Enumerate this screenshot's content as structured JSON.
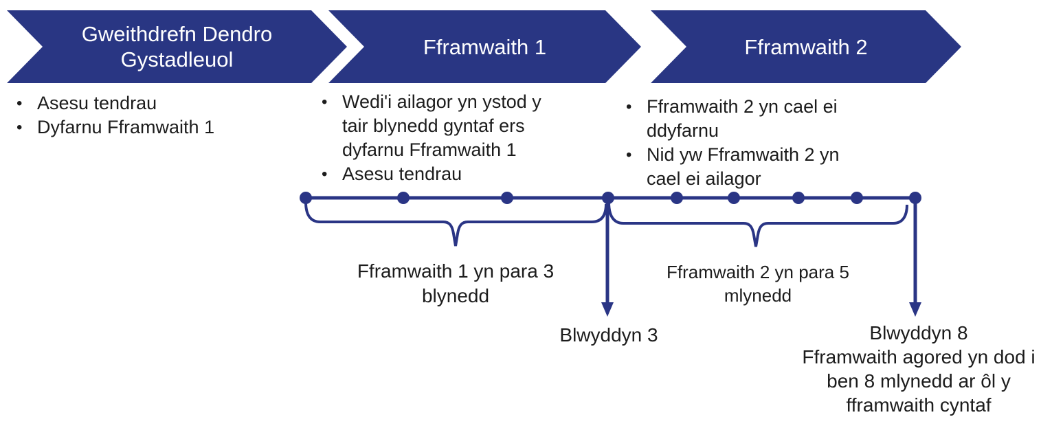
{
  "colors": {
    "chevron_fill": "#293683",
    "line_color": "#2A3585",
    "body_text": "#1C1C1C",
    "chevron_text": "#FFFFFF"
  },
  "stages": [
    {
      "title": "Gweithdrefn Dendro Gystadleuol",
      "bullets": [
        "Asesu tendrau",
        "Dyfarnu Fframwaith 1"
      ]
    },
    {
      "title": "Fframwaith 1",
      "bullets": [
        "Wedi'i ailagor yn ystod y tair blynedd gyntaf ers dyfarnu Fframwaith 1",
        "Asesu tendrau"
      ]
    },
    {
      "title": "Fframwaith 2",
      "bullets": [
        "Fframwaith 2 yn cael ei ddyfarnu",
        "Nid yw Fframwaith 2 yn cael ei ailagor"
      ]
    }
  ],
  "timeline": {
    "dots_x": [
      445,
      587,
      738,
      885,
      985,
      1068,
      1162,
      1247,
      1332
    ],
    "brace_1_label": "Fframwaith 1 yn para 3 blynedd",
    "brace_2_label": "Fframwaith 2 yn para 5 mlynedd",
    "year_3_label": "Blwyddyn 3",
    "year_8_label": "Blwyddyn 8",
    "year_8_note": "Fframwaith agored yn dod i ben 8 mlynedd ar ôl y fframwaith cyntaf"
  }
}
